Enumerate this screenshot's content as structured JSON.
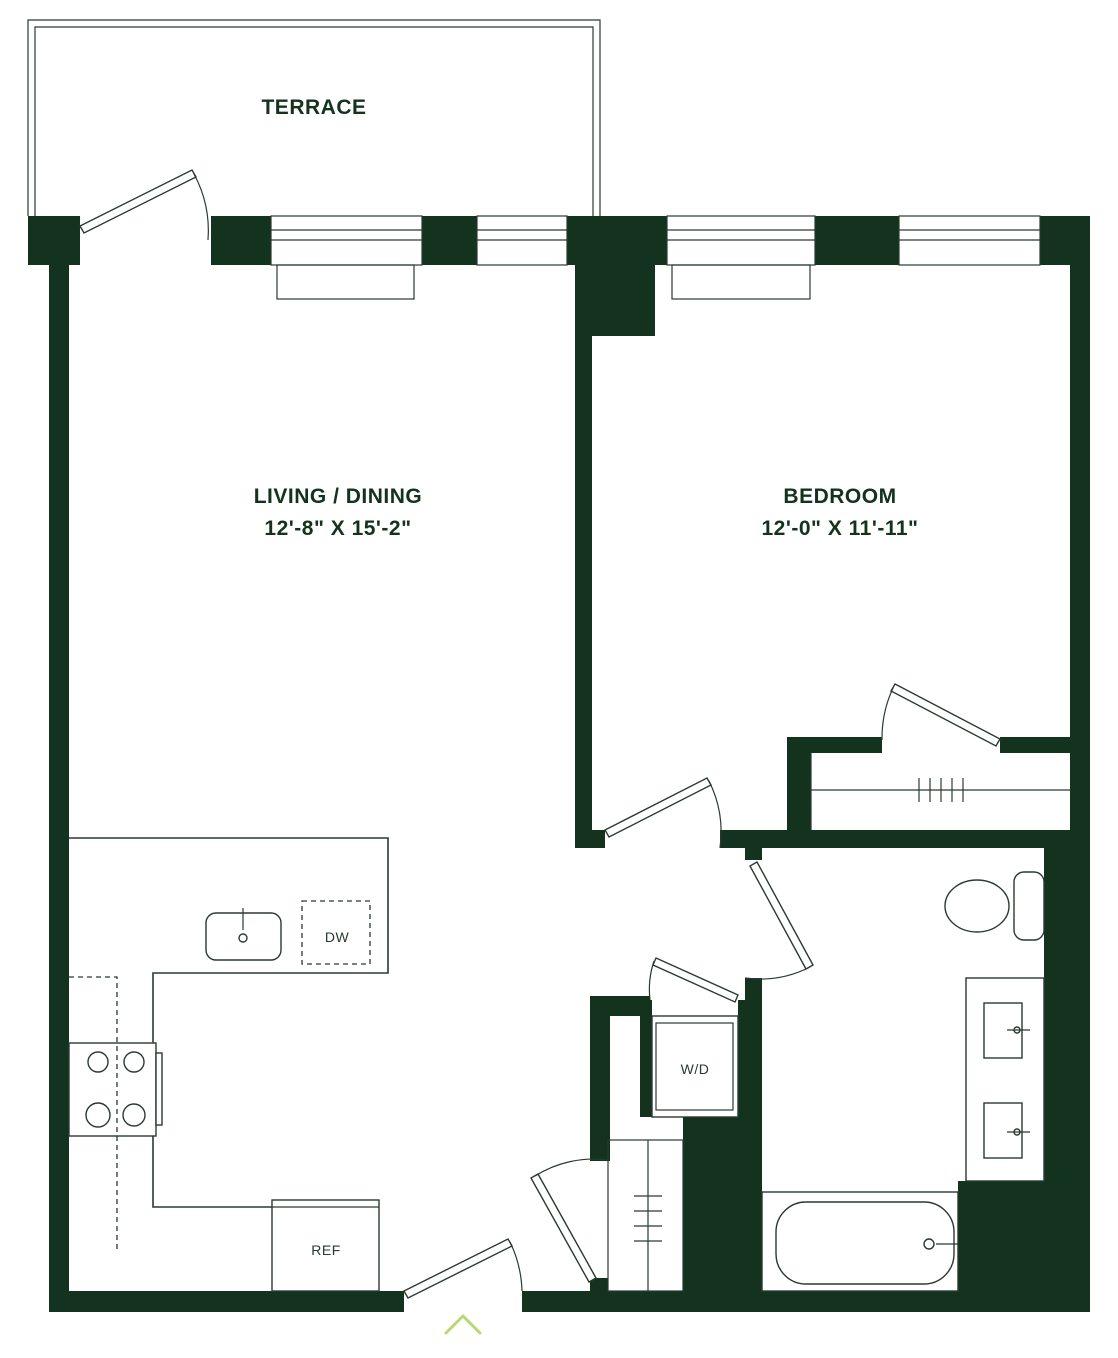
{
  "colors": {
    "wall": "#13331f",
    "line": "#2a3a30",
    "accent": "#b9d873",
    "background": "#ffffff"
  },
  "rooms": {
    "terrace": {
      "name": "TERRACE"
    },
    "living": {
      "name": "LIVING / DINING",
      "dims": "12'-8\" X 15'-2\""
    },
    "bedroom": {
      "name": "BEDROOM",
      "dims": "12'-0\" X 11'-11\""
    }
  },
  "fixtures": {
    "dishwasher": "DW",
    "washer_dryer": "W/D",
    "refrigerator": "REF"
  },
  "icons": {
    "entry": "entry-chevron-icon"
  }
}
